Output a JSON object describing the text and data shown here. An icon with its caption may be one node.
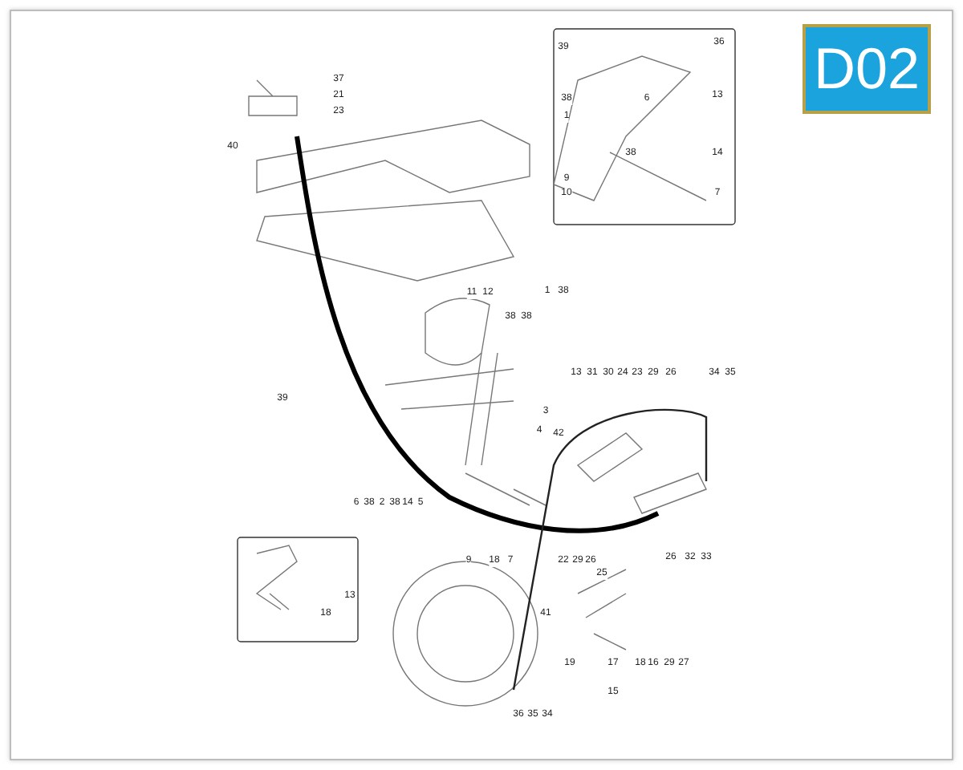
{
  "diagram": {
    "labels": [
      "37",
      "21",
      "23",
      "40",
      "39",
      "36",
      "38",
      "13",
      "1",
      "6",
      "38",
      "14",
      "9",
      "10",
      "7",
      "D02",
      "11",
      "12",
      "1",
      "38",
      "38",
      "38",
      "39",
      "3",
      "13",
      "31",
      "30",
      "24",
      "23",
      "29",
      "26",
      "34",
      "35",
      "4",
      "42",
      "6",
      "38",
      "2",
      "38",
      "14",
      "5",
      "9",
      "18",
      "7",
      "22",
      "29",
      "26",
      "26",
      "32",
      "33",
      "25",
      "41",
      "13",
      "18",
      "19",
      "17",
      "18",
      "16",
      "29",
      "27",
      "15",
      "36",
      "35",
      "34"
    ]
  }
}
